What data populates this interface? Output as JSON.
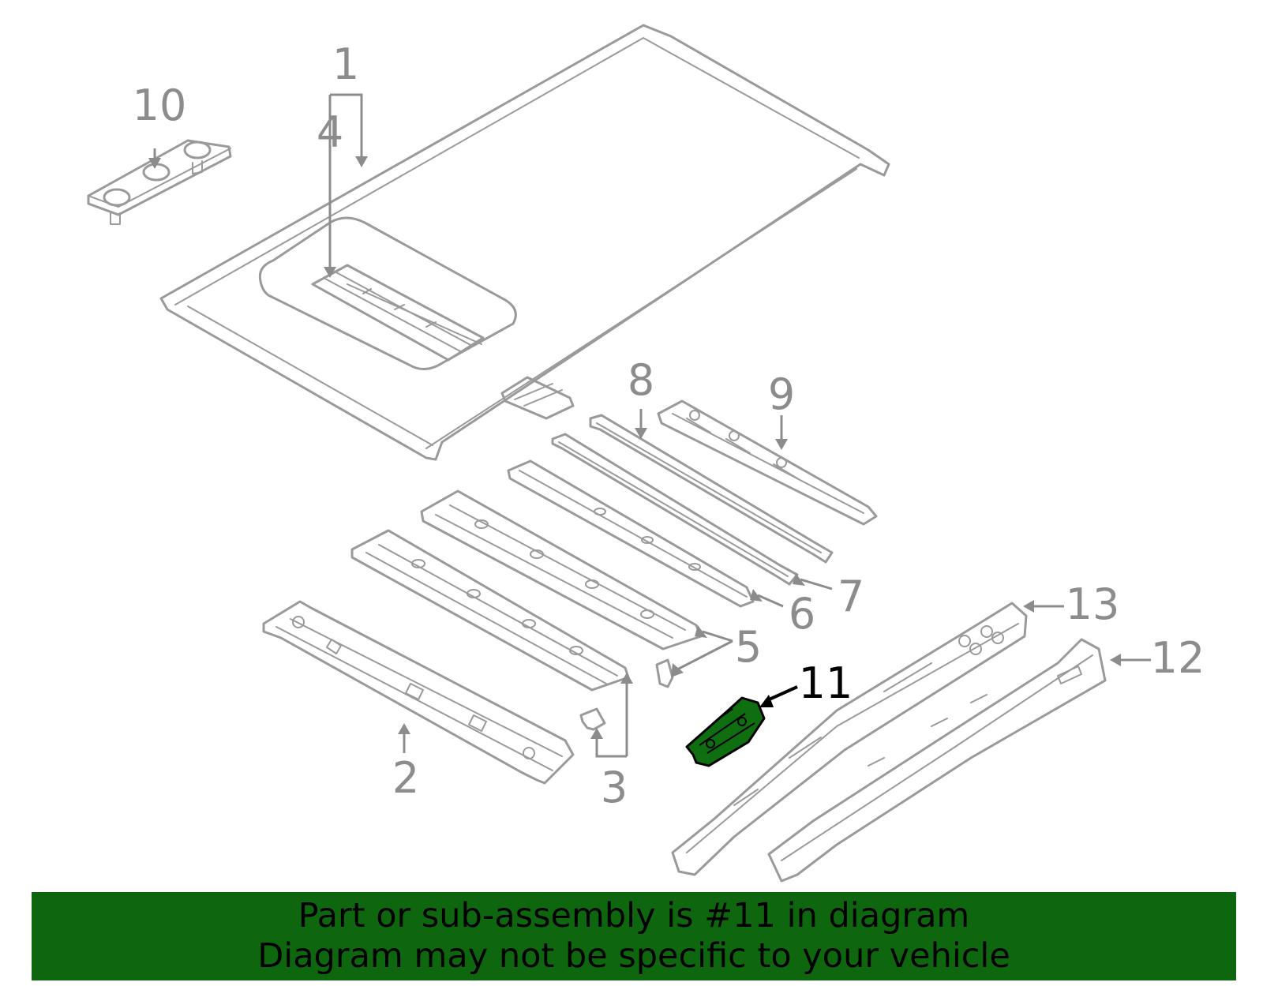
{
  "diagram": {
    "callouts": [
      {
        "id": "1",
        "label": "1"
      },
      {
        "id": "2",
        "label": "2"
      },
      {
        "id": "3",
        "label": "3"
      },
      {
        "id": "4",
        "label": "4"
      },
      {
        "id": "5",
        "label": "5"
      },
      {
        "id": "6",
        "label": "6"
      },
      {
        "id": "7",
        "label": "7"
      },
      {
        "id": "8",
        "label": "8"
      },
      {
        "id": "9",
        "label": "9"
      },
      {
        "id": "10",
        "label": "10"
      },
      {
        "id": "11",
        "label": "11",
        "highlighted": true
      },
      {
        "id": "12",
        "label": "12"
      },
      {
        "id": "13",
        "label": "13"
      }
    ],
    "highlight_color": "#0f6e0f",
    "line_color": "#9a9a9a"
  },
  "banner": {
    "line1": "Part or sub-assembly is #11 in diagram",
    "line2": "Diagram may not be specific to your vehicle",
    "background": "#0e670e"
  }
}
